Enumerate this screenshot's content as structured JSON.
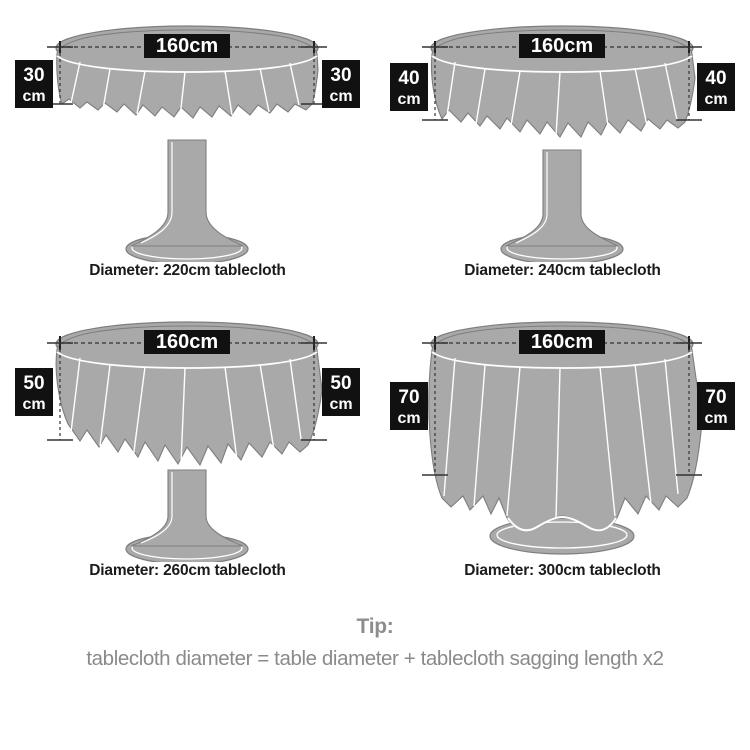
{
  "page": {
    "background_color": "#ffffff",
    "cloth_color": "#a9a9a9",
    "cloth_line_color": "#ffffff",
    "outline_color": "#7e7e7e",
    "badge_color": "#111111",
    "badge_text_color": "#ffffff",
    "caption_color": "#1b1b1b",
    "tip_color": "#8c8c8c"
  },
  "panels": [
    {
      "id": "panel-220",
      "top_label": "160cm",
      "drop_value": "30",
      "drop_unit": "cm",
      "caption": "Diameter: 220cm tablecloth",
      "drop_cm": 30,
      "cloth_diameter_cm": 220,
      "table_diameter_cm": 160
    },
    {
      "id": "panel-240",
      "top_label": "160cm",
      "drop_value": "40",
      "drop_unit": "cm",
      "caption": "Diameter: 240cm tablecloth",
      "drop_cm": 40,
      "cloth_diameter_cm": 240,
      "table_diameter_cm": 160
    },
    {
      "id": "panel-260",
      "top_label": "160cm",
      "drop_value": "50",
      "drop_unit": "cm",
      "caption": "Diameter: 260cm tablecloth",
      "drop_cm": 50,
      "cloth_diameter_cm": 260,
      "table_diameter_cm": 160
    },
    {
      "id": "panel-300",
      "top_label": "160cm",
      "drop_value": "70",
      "drop_unit": "cm",
      "caption": "Diameter: 300cm tablecloth",
      "drop_cm": 70,
      "cloth_diameter_cm": 300,
      "table_diameter_cm": 160
    }
  ],
  "tip": {
    "title": "Tip:",
    "formula": "tablecloth diameter = table diameter + tablecloth sagging length x2"
  }
}
